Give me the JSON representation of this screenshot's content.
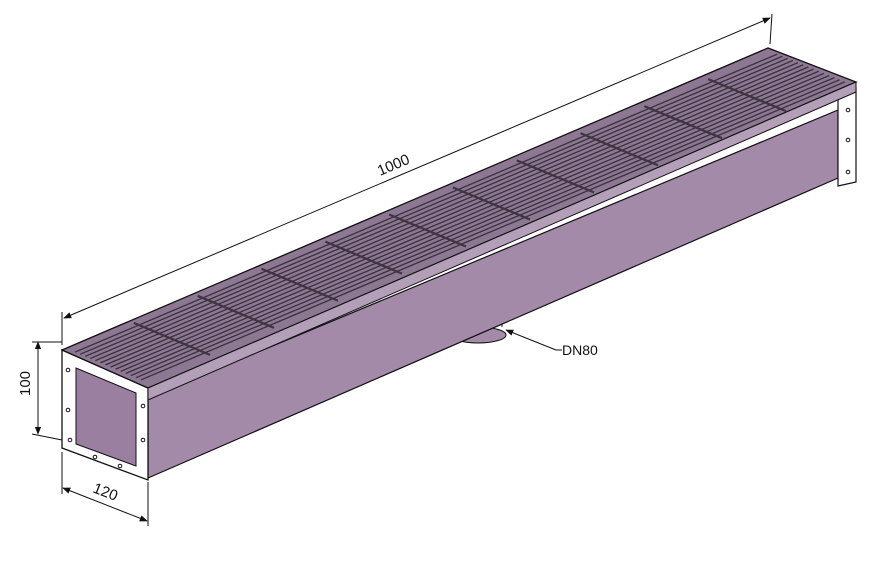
{
  "dimensions": {
    "length": "1000",
    "height": "100",
    "width": "120"
  },
  "callouts": {
    "outlet": "DN80"
  },
  "colors": {
    "channel_side": "#a38aa9",
    "channel_inner": "#9a7fa0",
    "grating": "#8c7892",
    "grating_bar": "#3e3442",
    "flange": "#ffffff",
    "line": "#111111"
  }
}
